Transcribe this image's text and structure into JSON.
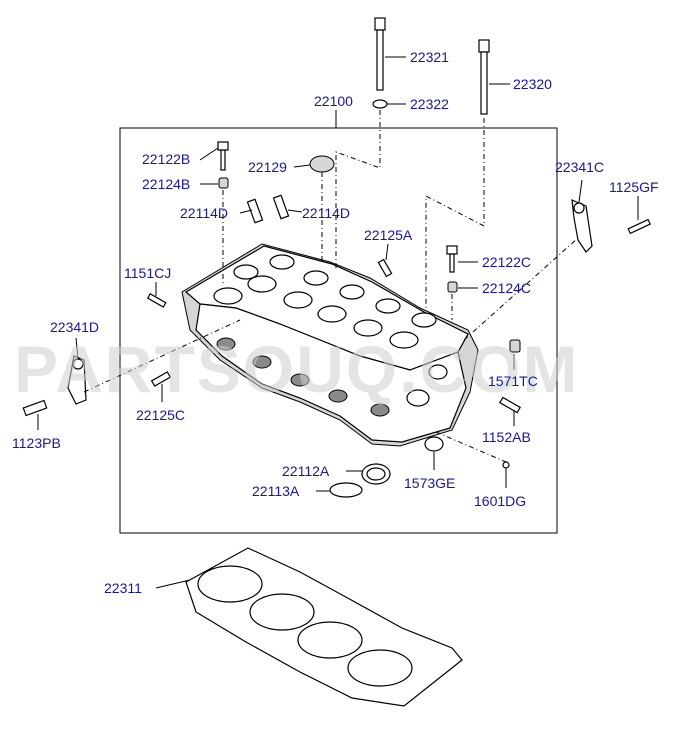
{
  "watermark": "PARTSOUQ.COM",
  "colors": {
    "label": "#1515a8",
    "line": "#000000",
    "watermark": "#cfcfcf"
  },
  "labels": {
    "p22321": "22321",
    "p22322": "22322",
    "p22320": "22320",
    "p22100": "22100",
    "p22122B": "22122B",
    "p22124B": "22124B",
    "p22129": "22129",
    "p22114D_l": "22114D",
    "p22114D_r": "22114D",
    "p22341C": "22341C",
    "p1125GF": "1125GF",
    "p22125A": "22125A",
    "p1151CJ": "1151CJ",
    "p22122C": "22122C",
    "p22124C": "22124C",
    "p22341D": "22341D",
    "p1571TC": "1571TC",
    "p22125C": "22125C",
    "p1123PB": "1123PB",
    "p1152AB": "1152AB",
    "p22112A": "22112A",
    "p1573GE": "1573GE",
    "p22113A": "22113A",
    "p1601DG": "1601DG",
    "p22311": "22311"
  }
}
